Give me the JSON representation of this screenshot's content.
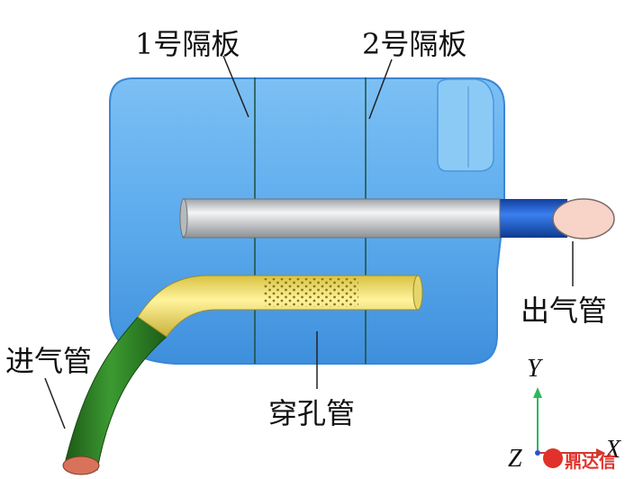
{
  "labels": {
    "baffle1": "1号隔板",
    "baffle2": "2号隔板",
    "outlet": "出气管",
    "inlet": "进气管",
    "perforated": "穿孔管"
  },
  "axes": {
    "y": "Y",
    "z": "Z",
    "x": "X"
  },
  "watermark": "鼎达信",
  "colors": {
    "muffler_body": "#5aa9ec",
    "outlet_pipe": "#1e5fd6",
    "inner_pipe": "#c9cbcc",
    "perforated_pipe": "#f1e27a",
    "inlet_pipe": "#2f7f26",
    "pipe_end": "#d9725a"
  }
}
